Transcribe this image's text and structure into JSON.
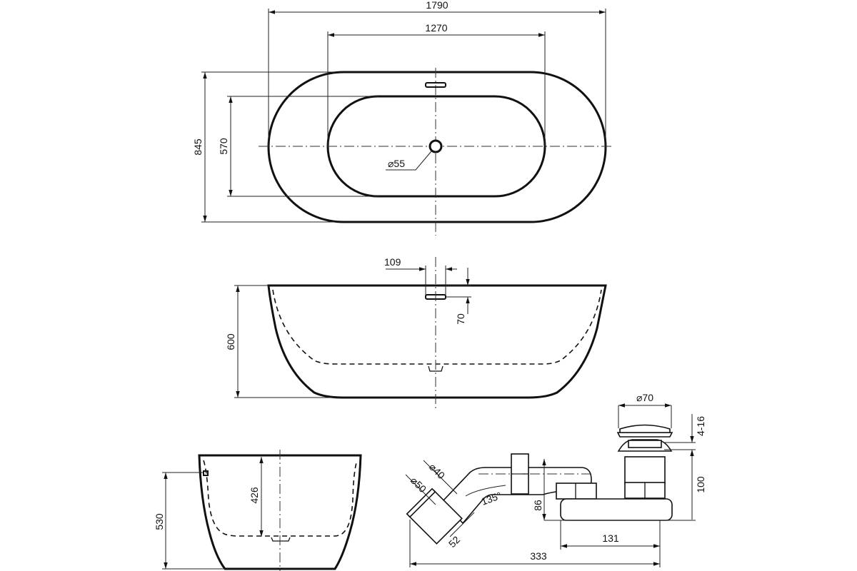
{
  "top_view": {
    "length": "1790",
    "inner_length": "1270",
    "width": "845",
    "inner_width": "570",
    "drain_diameter": "⌀55"
  },
  "side_view": {
    "overflow_width": "109",
    "overflow_depth": "70",
    "height": "600"
  },
  "end_view": {
    "height": "530",
    "inner_depth": "426"
  },
  "drain_assembly": {
    "cap_diameter": "⌀70",
    "adjust_range": "4-16",
    "height": "100",
    "pipe_diameter_40": "⌀40",
    "pipe_diameter_50": "⌀50",
    "angle": "135°",
    "trap_height": "86",
    "connector_length": "52",
    "trap_width": "131",
    "total_length": "333"
  }
}
